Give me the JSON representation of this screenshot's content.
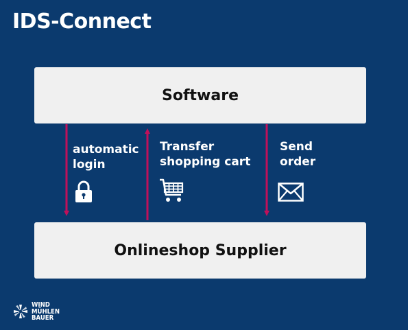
{
  "title": "IDS-Connect",
  "boxes": {
    "top": "Software",
    "bottom": "Onlineshop Supplier"
  },
  "arrows": [
    {
      "line1": "automatic",
      "line2": "login",
      "direction": "down",
      "icon": "lock-icon"
    },
    {
      "line1": "Transfer",
      "line2": "shopping cart",
      "direction": "up",
      "icon": "shopping-cart-icon"
    },
    {
      "line1": "Send",
      "line2": "order",
      "direction": "down",
      "icon": "envelope-icon"
    }
  ],
  "logo": {
    "line1": "WIND",
    "line2": "MÜHLEN",
    "line3": "BAUER"
  },
  "colors": {
    "background": "#0b3a6e",
    "box": "#f0f0f0",
    "arrow": "#c0105a"
  }
}
